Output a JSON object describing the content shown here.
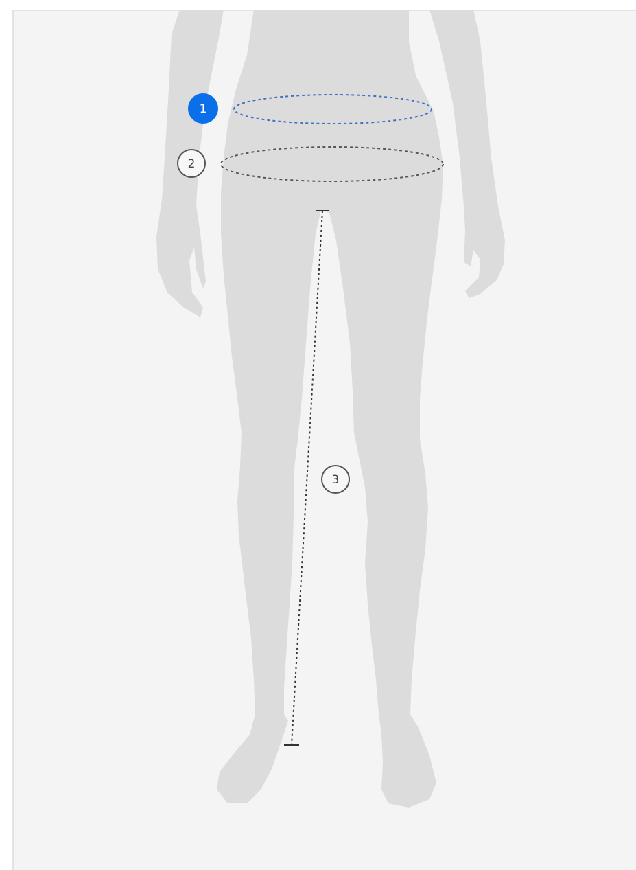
{
  "diagram": {
    "measurements": [
      {
        "number": "1",
        "state": "active"
      },
      {
        "number": "2",
        "state": "inactive"
      },
      {
        "number": "3",
        "state": "inactive"
      }
    ]
  },
  "colors": {
    "background": "#f4f4f4",
    "silhouette": "#dcdcdc",
    "active_marker": "#0a6fe8",
    "active_line": "#3f72c4",
    "inactive_line": "#444444"
  }
}
